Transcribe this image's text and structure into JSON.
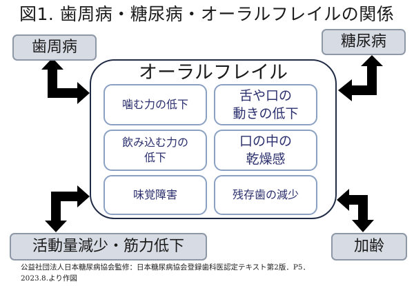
{
  "title": "図1. 歯周病・糖尿病・オーラルフレイルの関係",
  "center": {
    "label": "オーラルフレイル",
    "items": [
      {
        "lines": [
          "噛む力の低下"
        ]
      },
      {
        "lines": [
          "舌や口の",
          "動きの低下"
        ]
      },
      {
        "lines": [
          "飲み込む力の",
          "低下"
        ]
      },
      {
        "lines": [
          "口の中の",
          "乾燥感"
        ]
      },
      {
        "lines": [
          "味覚障害"
        ]
      },
      {
        "lines": [
          "残存歯の減少"
        ]
      }
    ]
  },
  "corners": {
    "top_left": "歯周病",
    "top_right": "糖尿病",
    "bottom_left": "活動量減少・筋力低下",
    "bottom_right": "加齢"
  },
  "source": [
    "公益社団法人日本糖尿病協会監修：日本糖尿病協会登録歯科医認定テキスト第2版．P5．",
    "2023.8.より作図"
  ],
  "colors": {
    "corner_fill": "#d7dce4",
    "corner_border": "#8e97a6",
    "card_border": "#8aa0c2",
    "card_text": "#2b2f6e",
    "outer_border": "#1f2a44",
    "arrow": "#000000"
  }
}
